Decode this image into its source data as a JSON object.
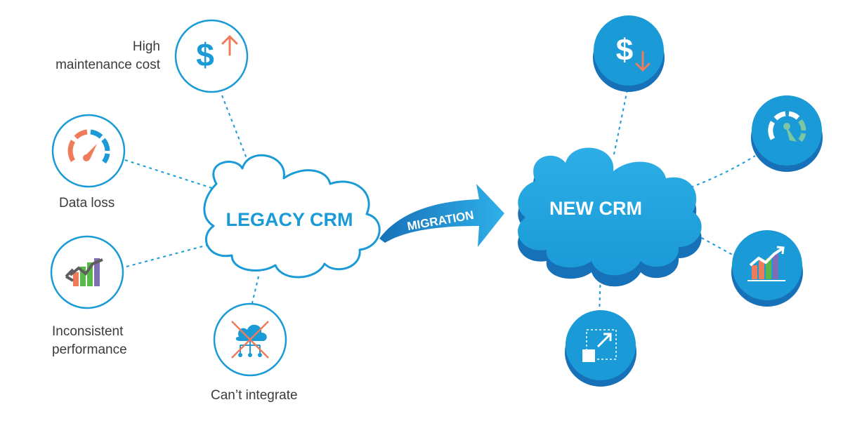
{
  "colors": {
    "blue": "#1a9ad6",
    "blue_light": "#2fb0e8",
    "blue_dark": "#1771b8",
    "orange": "#f07b5b",
    "teal": "#7cc6a3",
    "green": "#58b949",
    "purple": "#7d6db5",
    "gray": "#5e5e5e",
    "text": "#3b3b3b"
  },
  "legacy": {
    "title": "LEGACY CRM",
    "issues": [
      {
        "label_lines": [
          "High",
          "maintenance cost"
        ],
        "icon": "dollar-up-icon"
      },
      {
        "label_lines": [
          "Data loss"
        ],
        "icon": "gauge-icon"
      },
      {
        "label_lines": [
          "Inconsistent",
          "performance"
        ],
        "icon": "bar-chart-down-icon"
      },
      {
        "label_lines": [
          "Can’t integrate"
        ],
        "icon": "cloud-crossed-icon"
      }
    ]
  },
  "migration": {
    "label": "MIGRATION"
  },
  "new_crm": {
    "title": "NEW CRM",
    "benefits": [
      {
        "icon": "dollar-down-icon"
      },
      {
        "icon": "gauge-icon"
      },
      {
        "icon": "bar-chart-up-icon"
      },
      {
        "icon": "scale-expand-icon"
      }
    ]
  }
}
